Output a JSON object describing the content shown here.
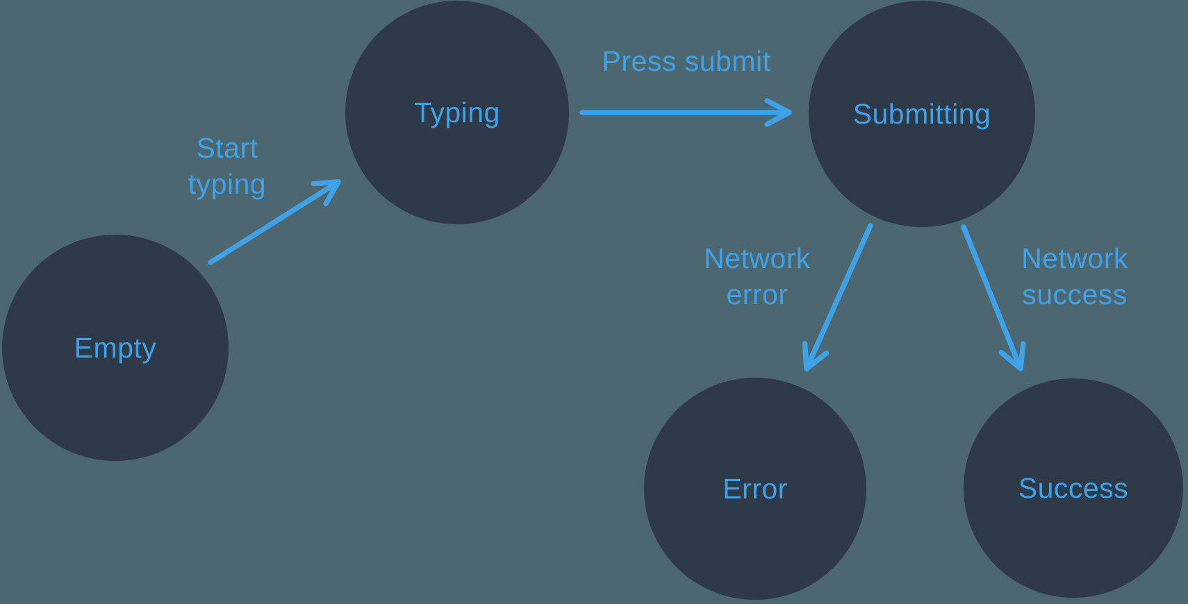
{
  "diagram": {
    "kind": "state-machine",
    "background_color": "#4d6770",
    "node_color": "#2e3a48",
    "accent_color": "#3fa2e9",
    "states": [
      {
        "id": "empty",
        "label": "Empty"
      },
      {
        "id": "typing",
        "label": "Typing"
      },
      {
        "id": "submitting",
        "label": "Submitting"
      },
      {
        "id": "error",
        "label": "Error"
      },
      {
        "id": "success",
        "label": "Success"
      }
    ],
    "transitions": [
      {
        "id": "start-typing",
        "from": "empty",
        "to": "typing",
        "label": "Start typing",
        "label_lines": [
          "Start",
          "typing"
        ]
      },
      {
        "id": "press-submit",
        "from": "typing",
        "to": "submitting",
        "label": "Press submit",
        "label_lines": [
          "Press submit"
        ]
      },
      {
        "id": "network-error",
        "from": "submitting",
        "to": "error",
        "label": "Network error",
        "label_lines": [
          "Network",
          "error"
        ]
      },
      {
        "id": "network-success",
        "from": "submitting",
        "to": "success",
        "label": "Network success",
        "label_lines": [
          "Network",
          "success"
        ]
      }
    ]
  }
}
